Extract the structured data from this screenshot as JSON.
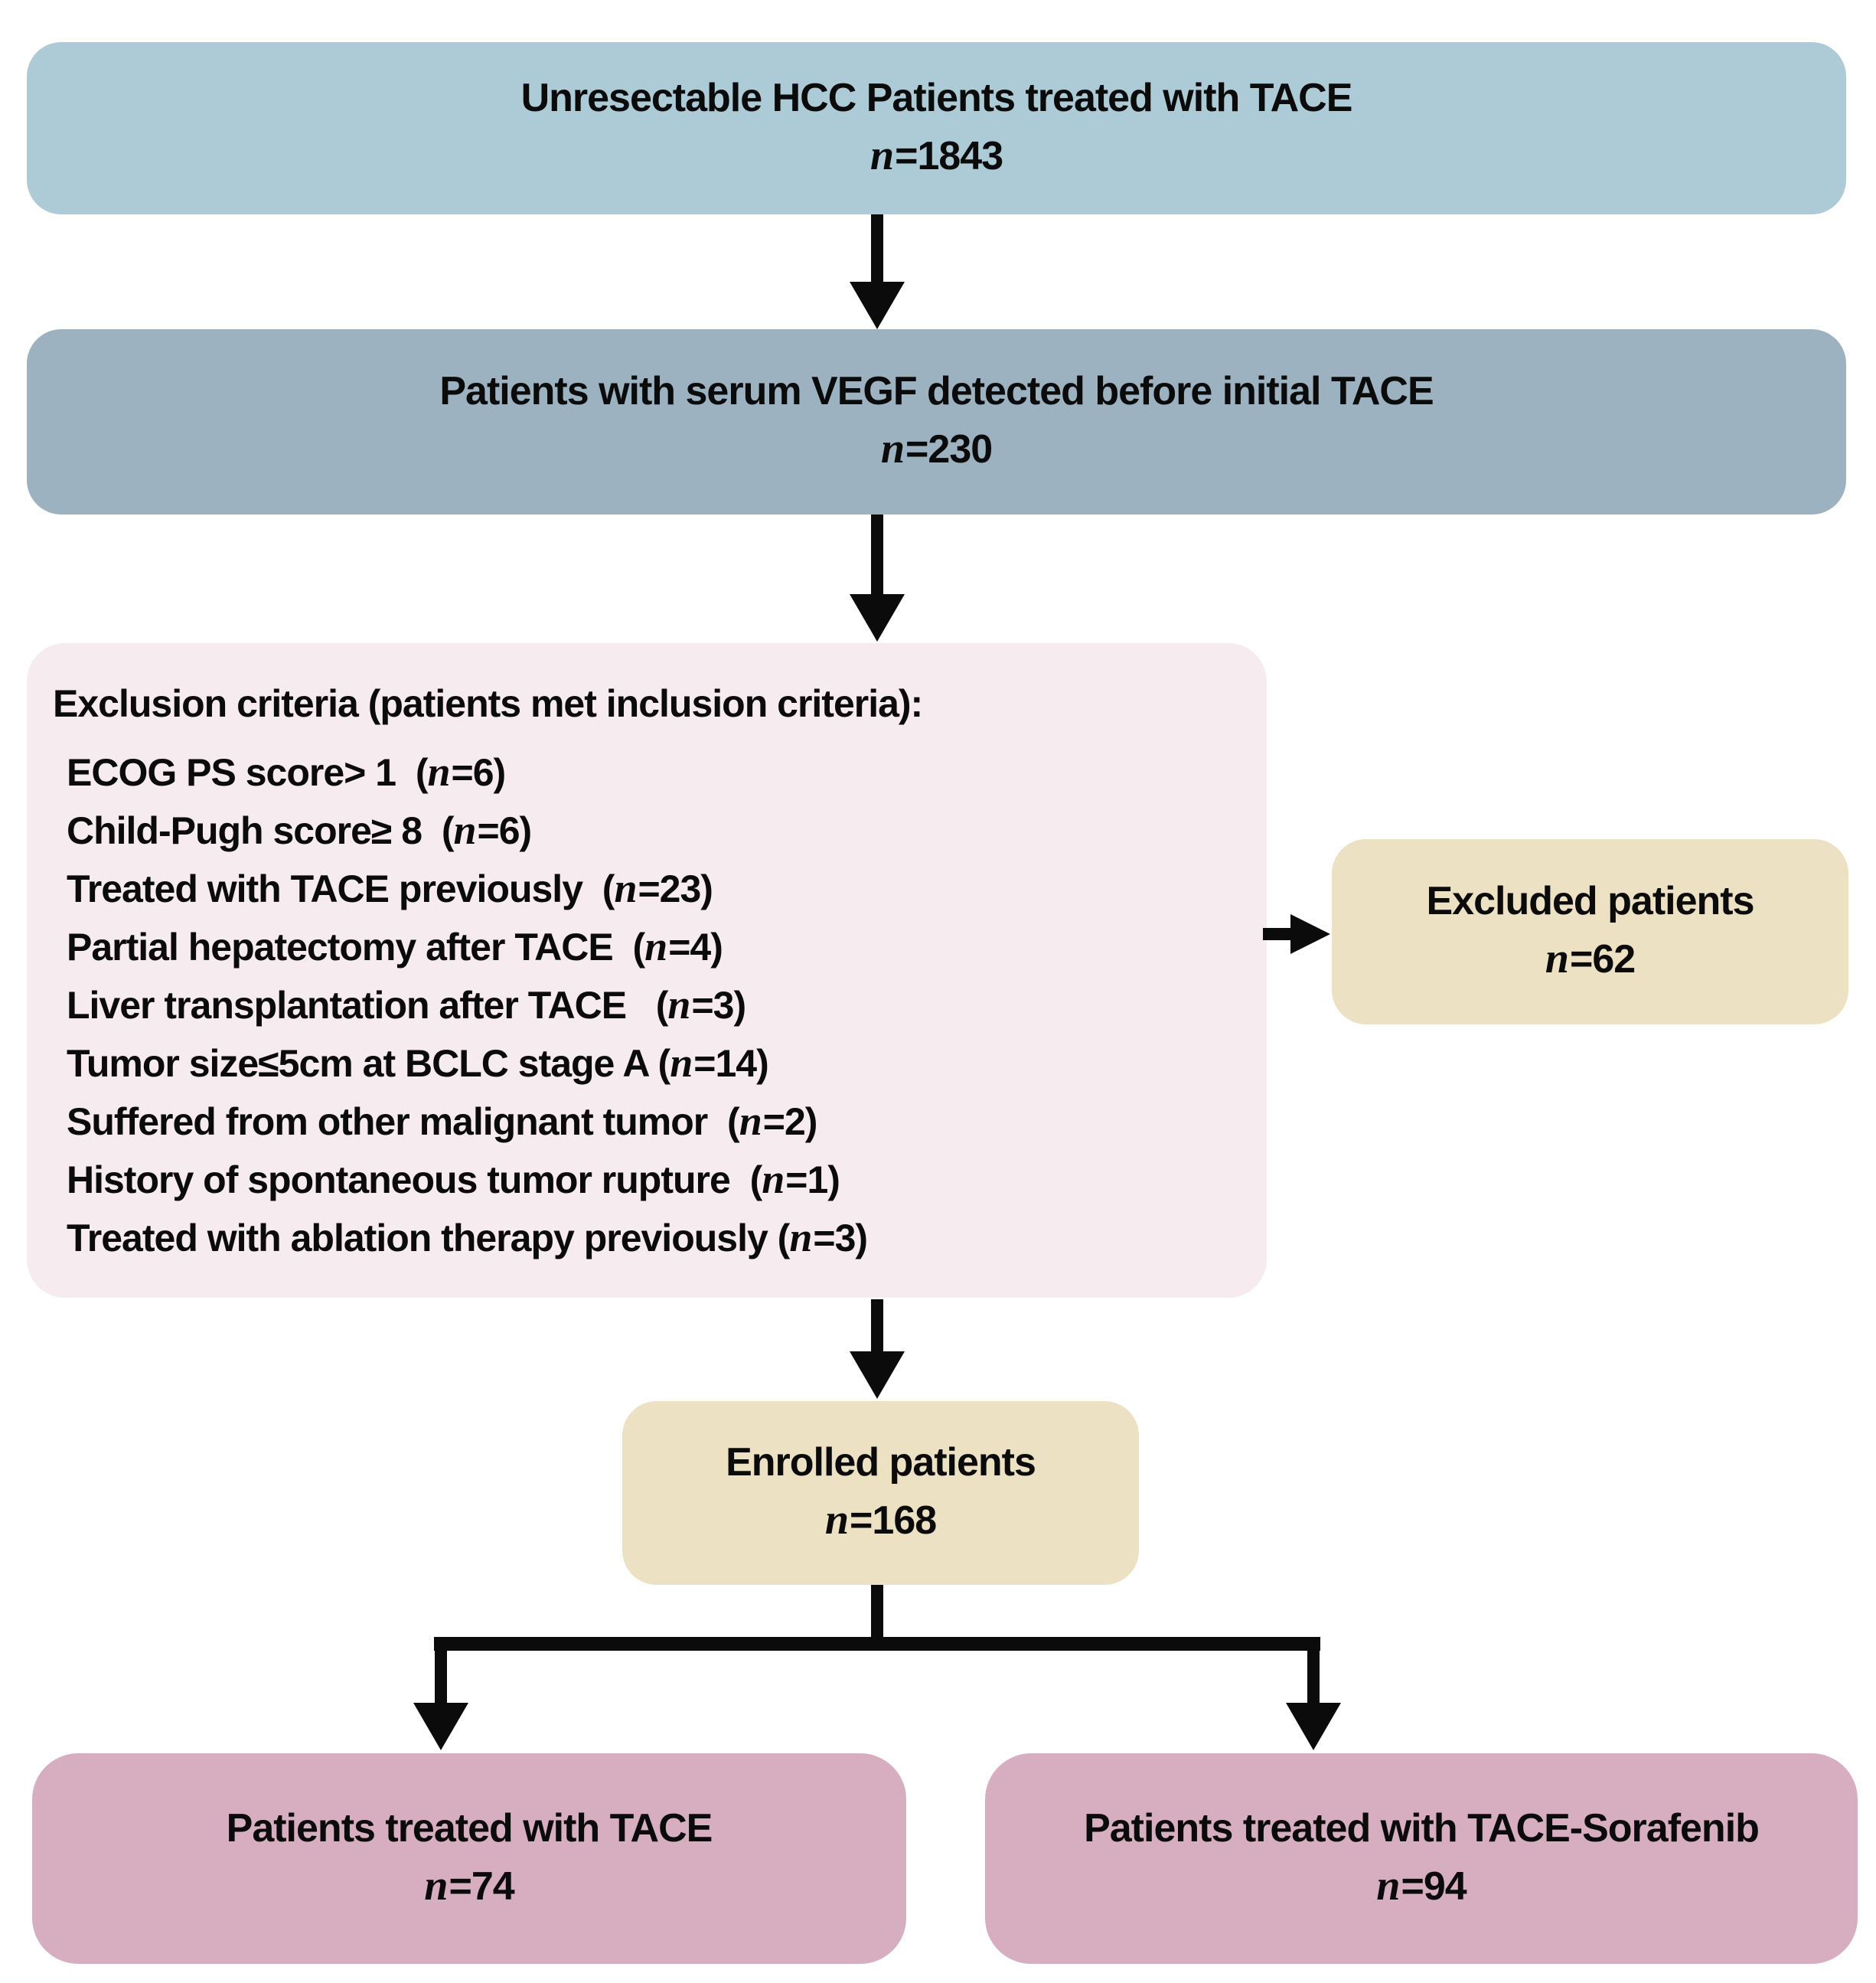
{
  "n_char": "n",
  "colors": {
    "node_top": "#adcbd6",
    "node_vegf": "#9cb2c1",
    "node_exclusion": "#f6ebef",
    "node_tan": "#ede1c4",
    "node_arm": "#d7aebf",
    "connector": "#0b0b0b"
  },
  "flow": {
    "box1": {
      "title": "Unresectable HCC Patients treated with TACE",
      "n_value": "=1843"
    },
    "box2": {
      "title": "Patients with serum VEGF detected before initial TACE",
      "n_value": "=230"
    },
    "exclusion": {
      "title": "Exclusion criteria (patients met inclusion criteria):",
      "items": [
        {
          "text": "ECOG PS score> 1  (",
          "n_rest": "=6)"
        },
        {
          "text": "Child-Pugh score≥ 8  (",
          "n_rest": "=6)"
        },
        {
          "text": "Treated with TACE previously  (",
          "n_rest": "=23)"
        },
        {
          "text": "Partial hepatectomy after TACE  (",
          "n_rest": "=4)"
        },
        {
          "text": "Liver transplantation after TACE   (",
          "n_rest": "=3)"
        },
        {
          "text": "Tumor size≤5cm at BCLC stage A (",
          "n_rest": "=14)"
        },
        {
          "text": "Suffered from other malignant tumor  (",
          "n_rest": "=2)"
        },
        {
          "text": "History of spontaneous tumor rupture  (",
          "n_rest": "=1)"
        },
        {
          "text": "Treated with ablation therapy previously (",
          "n_rest": "=3)"
        }
      ]
    },
    "excluded": {
      "title": "Excluded patients",
      "n_value": "=62"
    },
    "enrolled": {
      "title": "Enrolled patients",
      "n_value": "=168"
    },
    "arm_left": {
      "title": "Patients treated with TACE",
      "n_value": "=74"
    },
    "arm_right": {
      "title": "Patients treated with TACE-Sorafenib",
      "n_value": "=94"
    }
  }
}
